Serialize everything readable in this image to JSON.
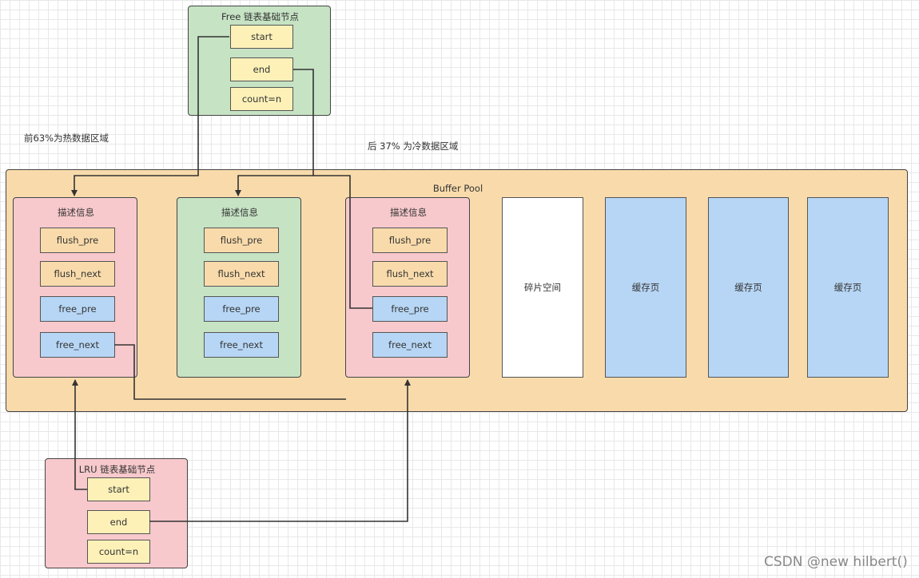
{
  "free_node": {
    "title": "Free 链表基础节点",
    "start": "start",
    "end": "end",
    "count": "count=n"
  },
  "lru_node": {
    "title": "LRU 链表基础节点",
    "start": "start",
    "end": "end",
    "count": "count=n"
  },
  "region_labels": {
    "hot": "前63%为热数据区域",
    "cold": "后 37% 为冷数据区域"
  },
  "buffer_pool": {
    "title": "Buffer Pool",
    "control_blocks": [
      {
        "title": "描述信息",
        "color": "#f7c9cc",
        "fields": [
          "flush_pre",
          "flush_next",
          "free_pre",
          "free_next"
        ]
      },
      {
        "title": "描述信息",
        "color": "#c6e3c4",
        "fields": [
          "flush_pre",
          "flush_next",
          "free_pre",
          "free_next"
        ]
      },
      {
        "title": "描述信息",
        "color": "#f7c9cc",
        "fields": [
          "flush_pre",
          "flush_next",
          "free_pre",
          "free_next"
        ]
      }
    ],
    "fragment": "碎片空间",
    "cache_pages": [
      "缓存页",
      "缓存页",
      "缓存页"
    ]
  },
  "colors": {
    "green": "#c6e3c4",
    "pink": "#f7c9cc",
    "peach": "#f9dbab",
    "blue": "#b7d6f5",
    "yellow": "#fdf1b8"
  },
  "watermark": "CSDN @new hilbert()"
}
